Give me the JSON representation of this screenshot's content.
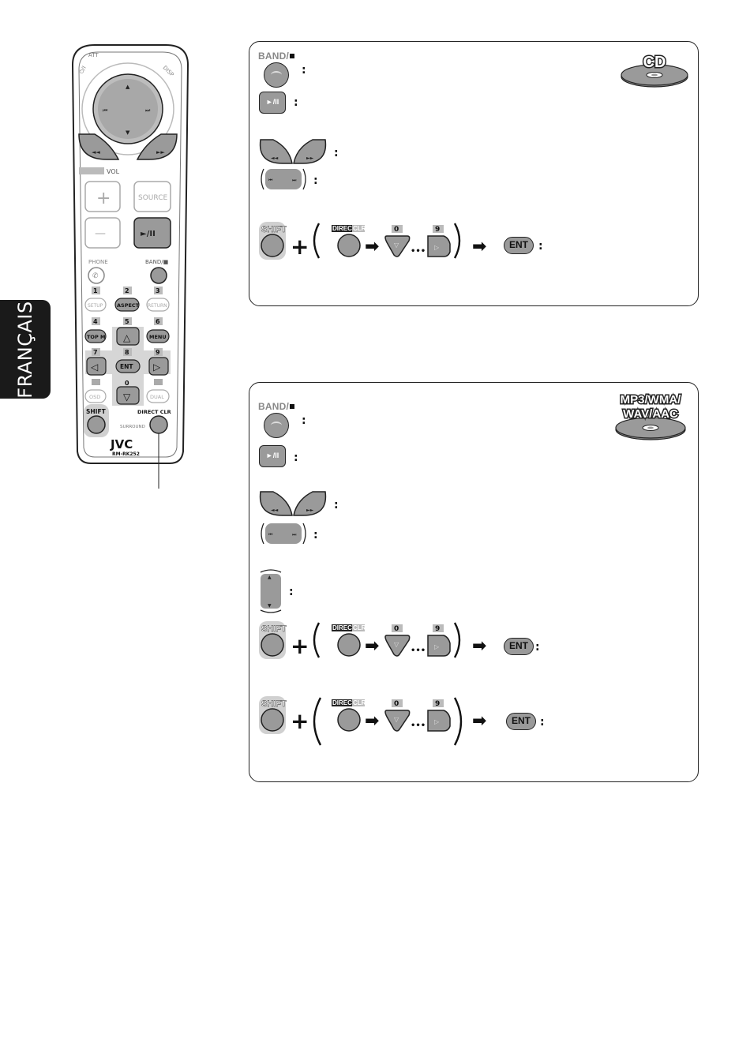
{
  "language_tab": "FRANÇAIS",
  "remote": {
    "att": "ATT",
    "disp": "DISP",
    "vol": "VOL",
    "plus": "+",
    "source": "SOURCE",
    "minus": "—",
    "play_pause": "►/II",
    "phone": "PHONE",
    "band": "BAND/■",
    "num1": "1",
    "num2": "2",
    "num3": "3",
    "num4": "4",
    "num5": "5",
    "num6": "6",
    "num7": "7",
    "num8": "8",
    "num9": "9",
    "num0": "0",
    "setup": "SETUP",
    "aspect": "ASPECT",
    "return": "RETURN",
    "top_m": "TOP M",
    "menu": "MENU",
    "ent": "ENT",
    "osd": "OSD",
    "dual": "DUAL",
    "shift": "SHIFT",
    "direct_clr": "DIRECT CLR",
    "surround": "SURROUND",
    "brand": "JVC",
    "model": "RM-RK252"
  },
  "cd_panel": {
    "badge": "CD",
    "band": "BAND",
    "play_pause": "►/II",
    "colon": ":",
    "shift": "SHIFT",
    "direct": "DIRECT",
    "clr": "CLR",
    "zero": "0",
    "nine": "9",
    "ent": "ENT"
  },
  "mp3_panel": {
    "badge_line1": "MP3/WMA/",
    "badge_line2": "WAV/AAC",
    "band": "BAND",
    "play_pause": "►/II",
    "colon": ":",
    "shift": "SHIFT",
    "direct": "DIRECT",
    "clr": "CLR",
    "zero": "0",
    "nine": "9",
    "ent": "ENT"
  },
  "colors": {
    "button_gray": "#9a9a9a",
    "dark": "#1a1a1a",
    "light_gray": "#d0d0d0"
  }
}
